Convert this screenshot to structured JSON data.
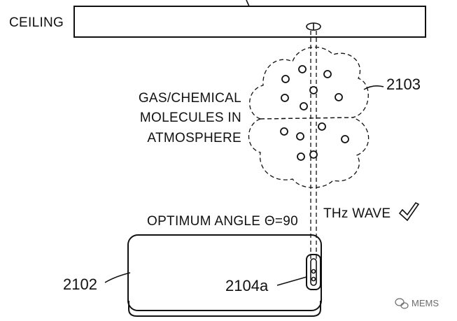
{
  "labels": {
    "ceiling": "CEILING",
    "cloud_ref": "2103",
    "gas_line1": "GAS/CHEMICAL",
    "gas_line2": "MOLECULES IN",
    "gas_line3": "ATMOSPHERE",
    "optimum_angle": "OPTIMUM ANGLE Θ=90",
    "thz_wave": "THz WAVE",
    "device_ref": "2102",
    "sensor_ref": "2104a"
  },
  "watermark": {
    "text": "MEMS",
    "icon": "wechat-icon"
  },
  "icons": {
    "check": "checkmark-icon",
    "ceiling_emitter": "ceiling-emitter-icon",
    "sensor": "sensor-module-icon"
  },
  "colors": {
    "line": "#111111",
    "background": "#ffffff",
    "watermark": "#6b6b6b"
  }
}
